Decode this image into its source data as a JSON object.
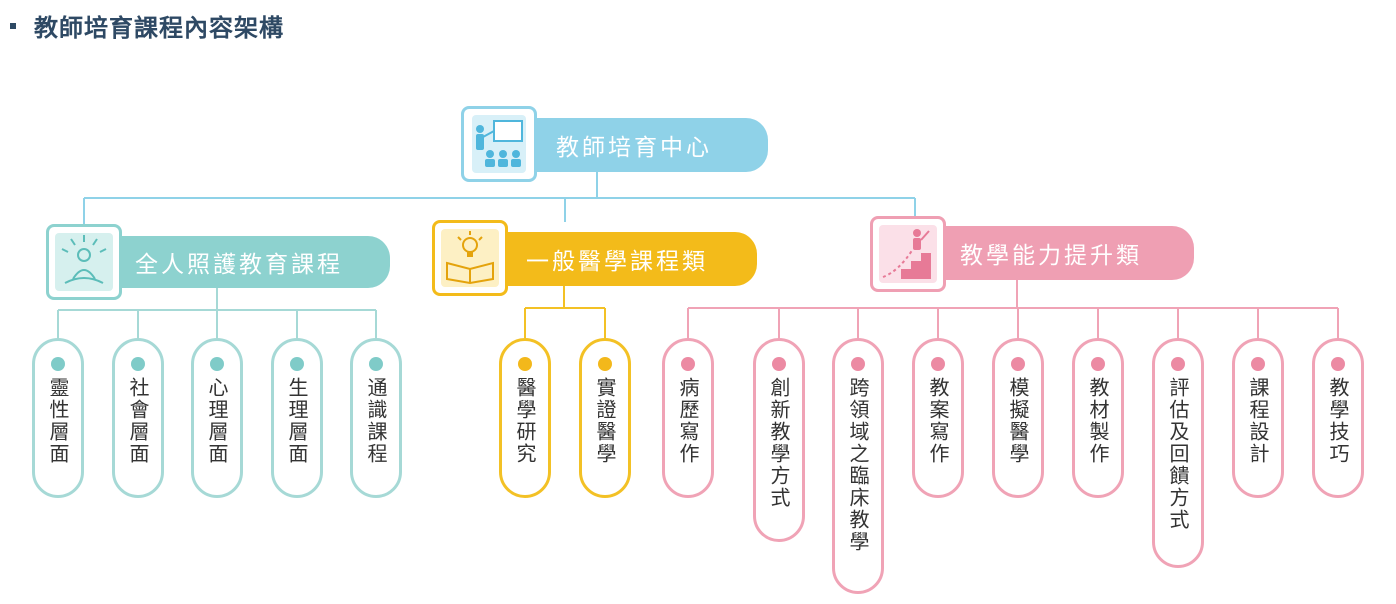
{
  "page_title": "教師培育課程內容架構",
  "colors": {
    "blue": "#8fd2e8",
    "teal": "#8dd2cf",
    "yellow": "#f3bb1a",
    "pink": "#ef9fb3",
    "title": "#2e4964"
  },
  "root": {
    "label": "教師培育中心",
    "icon": "teacher-classroom-icon"
  },
  "categories": [
    {
      "label": "全人照護教育課程",
      "icon": "meditation-icon",
      "items": [
        "靈性層面",
        "社會層面",
        "心理層面",
        "生理層面",
        "通識課程"
      ]
    },
    {
      "label": "一般醫學課程類",
      "icon": "lightbulb-book-icon",
      "items": [
        "醫學研究",
        "實證醫學"
      ]
    },
    {
      "label": "教學能力提升類",
      "icon": "stairs-growth-icon",
      "items": [
        "病歷寫作",
        "創新教學方式",
        "跨領域之臨床教學",
        "教案寫作",
        "模擬醫學",
        "教材製作",
        "評估及回饋方式",
        "課程設計",
        "教學技巧"
      ]
    }
  ]
}
